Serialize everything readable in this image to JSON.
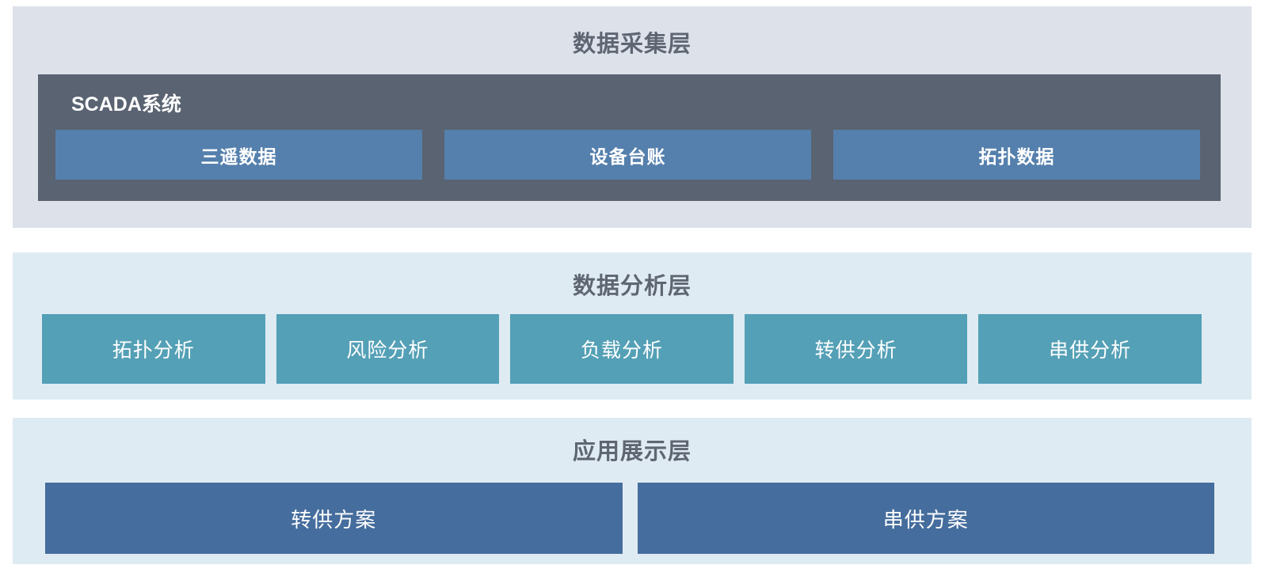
{
  "diagram": {
    "collection_layer": {
      "title": "数据采集层",
      "scada": {
        "title": "SCADA系统",
        "items": [
          "三遥数据",
          "设备台账",
          "拓扑数据"
        ]
      }
    },
    "analysis_layer": {
      "title": "数据分析层",
      "items": [
        "拓扑分析",
        "风险分析",
        "负载分析",
        "转供分析",
        "串供分析"
      ]
    },
    "application_layer": {
      "title": "应用展示层",
      "items": [
        "转供方案",
        "串供方案"
      ]
    }
  },
  "colors": {
    "page_bg": "#ffffff",
    "collection_bg": "#dde1ea",
    "scada_bg": "#5a6371",
    "scada_item_bg": "#5580ad",
    "analysis_bg": "#dfebf2",
    "analysis_item_bg": "#54a0b6",
    "application_bg": "#dfebf2",
    "application_item_bg": "#456d9d",
    "title_text": "#5f6673",
    "item_text": "#ffffff"
  }
}
